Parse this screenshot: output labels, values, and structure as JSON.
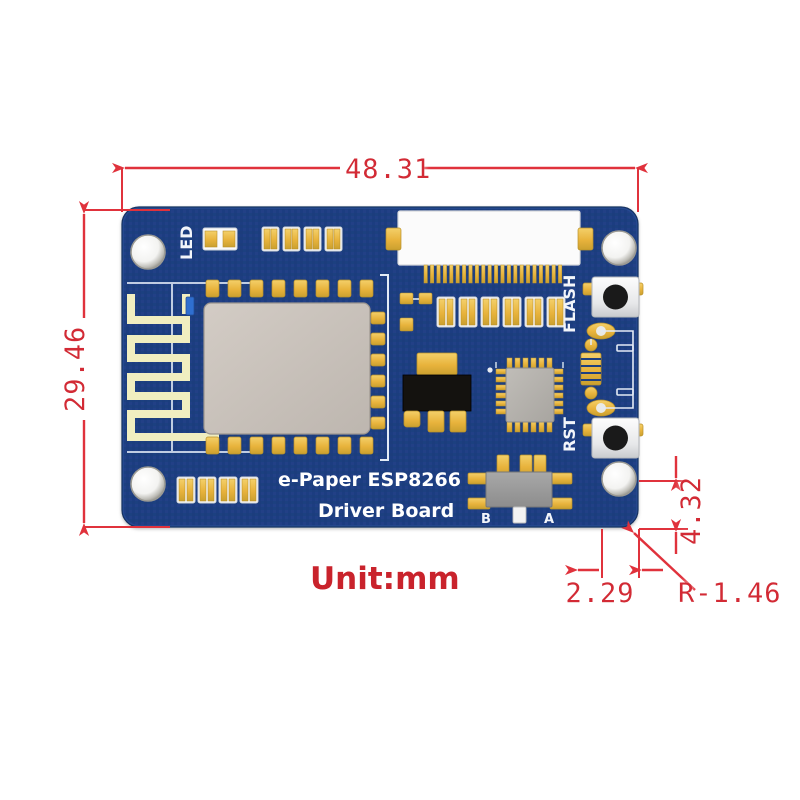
{
  "figure": {
    "type": "mechanical-dimension-drawing",
    "subject": "e-Paper ESP8266 Driver Board PCB",
    "background_color": "#ffffff",
    "unit_note": "Unit:mm",
    "annotation_color": "#e0323c"
  },
  "dimensions": {
    "width_overall": "48.31",
    "height_overall": "29.46",
    "hole_edge_offset_vertical": "4.32",
    "hole_edge_offset_horizontal": "2.29",
    "corner_radius": "R-1.46"
  },
  "board": {
    "title_line1": "e-Paper ESP8266",
    "title_line2": "Driver Board",
    "solder_mask_color": "#1e3f80",
    "pad_color": "#e8b33c",
    "silkscreen_color": "#f2f5fa",
    "labels": {
      "led": "LED",
      "flash": "FLASH",
      "reset": "RST",
      "switch_b": "B",
      "switch_a": "A"
    }
  },
  "components": [
    {
      "name": "esp8266-module",
      "label": "ESP-12 module shield",
      "color": "#c9c2bb"
    },
    {
      "name": "pcb-antenna",
      "label": "PCB trace antenna",
      "color": "#f0eec0"
    },
    {
      "name": "ffc-connector",
      "label": "24-pin FPC connector",
      "color": "#fbfbfb"
    },
    {
      "name": "voltage-regulator",
      "label": "SOT-223 regulator",
      "color": "#14120f"
    },
    {
      "name": "usb-uart-chip",
      "label": "QFN IC",
      "color": "#b3b0ab"
    },
    {
      "name": "flash-button",
      "label": "FLASH tactile switch",
      "color": "#e9eaec"
    },
    {
      "name": "reset-button",
      "label": "RST tactile switch",
      "color": "#e9eaec"
    },
    {
      "name": "display-mode-switch",
      "label": "B / A slide switch",
      "color": "#9a9a9a"
    }
  ],
  "mounting_holes": [
    {
      "name": "hole-top-left"
    },
    {
      "name": "hole-top-right"
    },
    {
      "name": "hole-bottom-left"
    },
    {
      "name": "hole-bottom-right"
    }
  ]
}
